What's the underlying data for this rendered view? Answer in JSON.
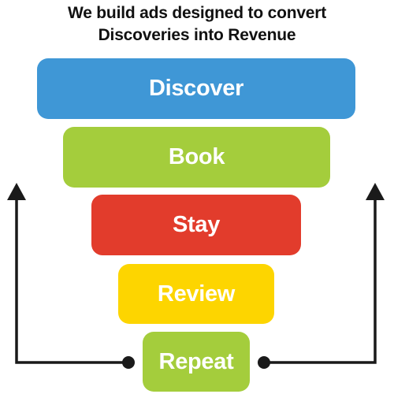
{
  "title": {
    "line1": "We build ads designed to convert",
    "line2": "Discoveries into Revenue"
  },
  "stages": [
    {
      "label": "Discover",
      "color": "#3f97d6"
    },
    {
      "label": "Book",
      "color": "#a4cd3c"
    },
    {
      "label": "Stay",
      "color": "#e23c2c"
    },
    {
      "label": "Review",
      "color": "#fdd500"
    },
    {
      "label": "Repeat",
      "color": "#a4cd3c"
    }
  ],
  "connector_color": "#1a1a1a"
}
